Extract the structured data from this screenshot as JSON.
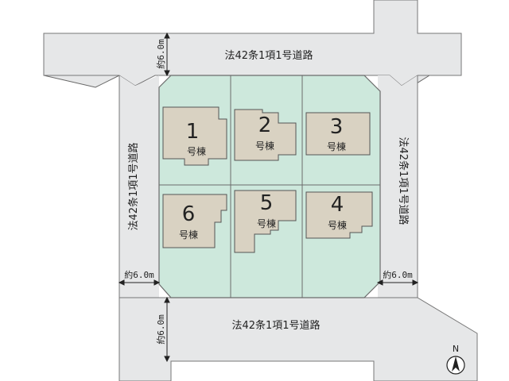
{
  "roads": {
    "north_label": "法42条1項1号道路",
    "south_label": "法42条1項1号道路",
    "west_label": "法42条1項1号道路",
    "east_label": "法42条1項1号道路"
  },
  "dimensions": {
    "north_width": "約6.0m",
    "west_width": "約6.0m",
    "east_width": "約6.0m",
    "south_width": "約6.0m"
  },
  "lots": [
    {
      "number": "1",
      "label": "号棟"
    },
    {
      "number": "2",
      "label": "号棟"
    },
    {
      "number": "3",
      "label": "号棟"
    },
    {
      "number": "4",
      "label": "号棟"
    },
    {
      "number": "5",
      "label": "号棟"
    },
    {
      "number": "6",
      "label": "号棟"
    }
  ],
  "compass": {
    "label": "N"
  },
  "colors": {
    "road": "#e6e7e8",
    "lot": "#cde8dc",
    "building": "#d9d2c2",
    "outline": "#6b6b6b"
  }
}
